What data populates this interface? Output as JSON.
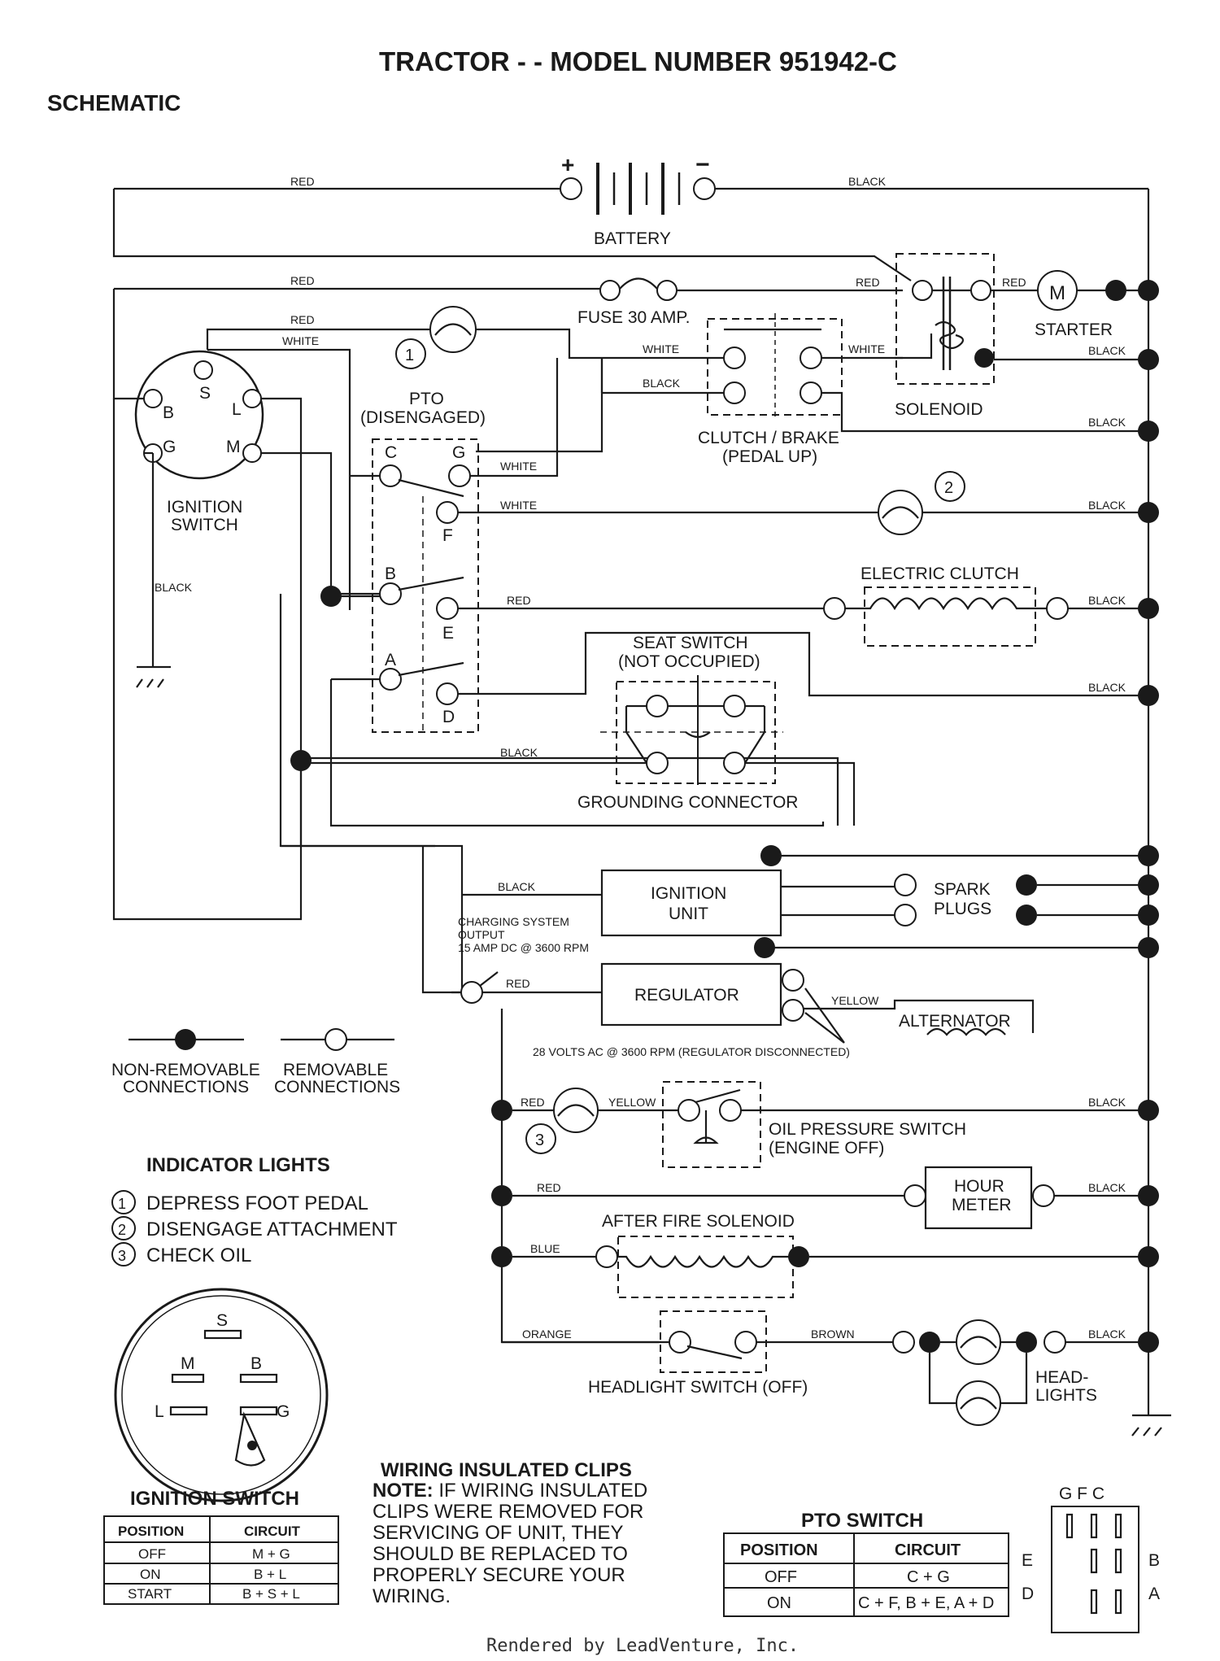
{
  "title": "TRACTOR - - MODEL NUMBER 951942-C",
  "subtitle": "SCHEMATIC",
  "components": {
    "battery": "BATTERY",
    "battery_plus": "+",
    "battery_minus": "−",
    "fuse": "FUSE 30 AMP.",
    "starter": "STARTER",
    "starter_motor_symbol": "M",
    "solenoid": "SOLENOID",
    "ignition_switch": [
      "IGNITION",
      "SWITCH"
    ],
    "ignition_terminals": {
      "s": "S",
      "b": "B",
      "l": "L",
      "g": "G",
      "m": "M"
    },
    "pto": [
      "PTO",
      "(DISENGAGED)"
    ],
    "pto_terminals": {
      "c": "C",
      "g": "G",
      "f": "F",
      "b": "B",
      "e": "E",
      "a": "A",
      "d": "D"
    },
    "clutch_brake": [
      "CLUTCH / BRAKE",
      "(PEDAL UP)"
    ],
    "electric_clutch": "ELECTRIC CLUTCH",
    "seat_switch": [
      "SEAT SWITCH",
      "(NOT OCCUPIED)"
    ],
    "grounding_connector": "GROUNDING CONNECTOR",
    "ignition_unit": [
      "IGNITION",
      "UNIT"
    ],
    "spark_plugs": [
      "SPARK",
      "PLUGS"
    ],
    "charging_output": [
      "CHARGING SYSTEM",
      "OUTPUT",
      "15 AMP DC @ 3600 RPM"
    ],
    "regulator": "REGULATOR",
    "alternator": "ALTERNATOR",
    "alternator_note": "28 VOLTS AC @ 3600 RPM (REGULATOR DISCONNECTED)",
    "oil_pressure_switch": [
      "OIL PRESSURE SWITCH",
      "(ENGINE OFF)"
    ],
    "hour_meter": [
      "HOUR",
      "METER"
    ],
    "after_fire_solenoid": "AFTER FIRE SOLENOID",
    "headlight_switch": "HEADLIGHT SWITCH (OFF)",
    "headlights": [
      "HEAD-",
      "LIGHTS"
    ],
    "lamp_numbers": [
      "1",
      "2",
      "3"
    ]
  },
  "wire_colors": {
    "red": "RED",
    "black": "BLACK",
    "white": "WHITE",
    "yellow": "YELLOW",
    "blue": "BLUE",
    "orange": "ORANGE",
    "brown": "BROWN"
  },
  "legend": {
    "non_removable": [
      "NON-REMOVABLE",
      "CONNECTIONS"
    ],
    "removable": [
      "REMOVABLE",
      "CONNECTIONS"
    ]
  },
  "indicator_lights": {
    "title": "INDICATOR LIGHTS",
    "items": [
      {
        "num": "1",
        "text": "DEPRESS FOOT PEDAL"
      },
      {
        "num": "2",
        "text": "DISENGAGE ATTACHMENT"
      },
      {
        "num": "3",
        "text": "CHECK OIL"
      }
    ]
  },
  "ignition_face": {
    "s": "S",
    "m": "M",
    "b": "B",
    "l": "L",
    "g": "G"
  },
  "ignition_table": {
    "title": "IGNITION SWITCH",
    "headers": [
      "POSITION",
      "CIRCUIT"
    ],
    "rows": [
      [
        "OFF",
        "M + G"
      ],
      [
        "ON",
        "B + L"
      ],
      [
        "START",
        "B + S + L"
      ]
    ]
  },
  "clips_note": {
    "title": "WIRING INSULATED CLIPS",
    "note_label": "NOTE:",
    "lines": [
      " IF WIRING INSULATED",
      "CLIPS WERE REMOVED FOR",
      "SERVICING OF UNIT, THEY",
      "SHOULD BE REPLACED TO",
      "PROPERLY SECURE YOUR",
      "WIRING."
    ]
  },
  "pto_table": {
    "title": "PTO SWITCH",
    "headers": [
      "POSITION",
      "CIRCUIT"
    ],
    "rows": [
      [
        "OFF",
        "C + G"
      ],
      [
        "ON",
        "C + F, B + E, A + D"
      ]
    ]
  },
  "pto_face": {
    "top": "G F C",
    "e": "E",
    "d": "D",
    "b": "B",
    "a": "A"
  },
  "footer": "Rendered by LeadVenture, Inc."
}
